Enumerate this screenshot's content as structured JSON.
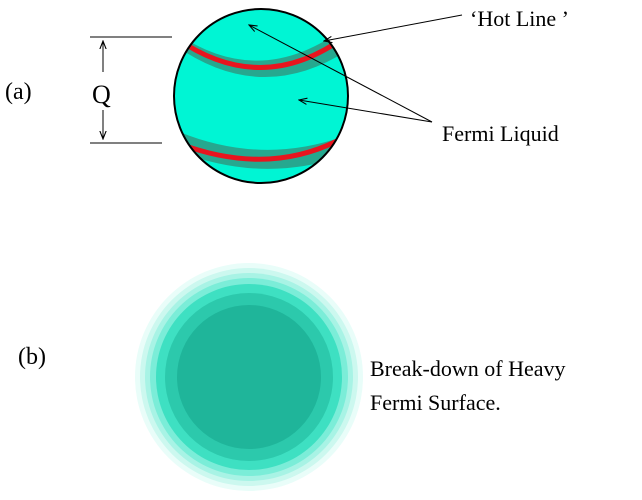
{
  "panel_a": {
    "label": "(a)",
    "dimension_label": "Q",
    "hot_line_label": "‘Hot Line ’",
    "fermi_liquid_label": "Fermi Liquid",
    "colors": {
      "sphere_fill": "#00f5d4",
      "band_shadow": "#26a88f",
      "hot_line": "#e8141e",
      "outline": "#000000"
    }
  },
  "panel_b": {
    "label": "(b)",
    "caption_line1": "Break-down of Heavy",
    "caption_line2": "Fermi Surface.",
    "colors": {
      "glow_outer": "#dcfbf5",
      "glow_mid": "#a8f3e5",
      "ring": "#3ee0c2",
      "core": "#1fb59a"
    }
  }
}
